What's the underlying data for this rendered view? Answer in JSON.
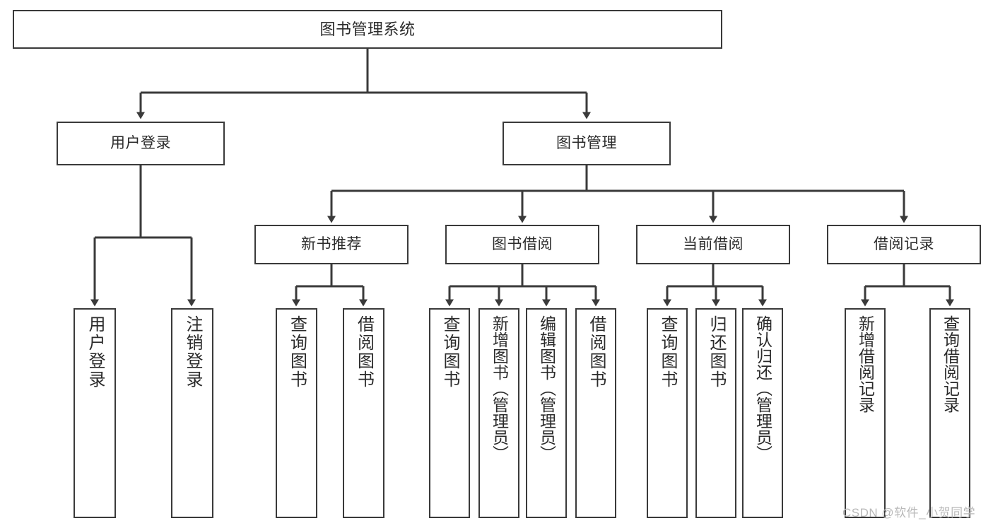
{
  "diagram": {
    "title": "图书管理系统",
    "type": "tree",
    "watermark": "CSDN @软件_小贺同学",
    "stroke_color": "#3a3a3a",
    "text_color": "#2b2b2b",
    "background_color": "#ffffff",
    "root": {
      "label": "图书管理系统"
    },
    "level2": [
      {
        "label": "用户登录"
      },
      {
        "label": "图书管理"
      }
    ],
    "level3": [
      {
        "label": "新书推荐"
      },
      {
        "label": "图书借阅"
      },
      {
        "label": "当前借阅"
      },
      {
        "label": "借阅记录"
      }
    ],
    "leaves": {
      "user_login": [
        {
          "label": "用户登录"
        },
        {
          "label": "注销登录"
        }
      ],
      "new_book": [
        {
          "label": "查询图书"
        },
        {
          "label": "借阅图书"
        }
      ],
      "borrow_book": [
        {
          "label": "查询图书"
        },
        {
          "label": "新增图书（管理员）"
        },
        {
          "label": "编辑图书（管理员）"
        },
        {
          "label": "借阅图书"
        }
      ],
      "current_borrow": [
        {
          "label": "查询图书"
        },
        {
          "label": "归还图书"
        },
        {
          "label": "确认归还（管理员）"
        }
      ],
      "borrow_record": [
        {
          "label": "新增借阅记录"
        },
        {
          "label": "查询借阅记录"
        }
      ]
    }
  }
}
